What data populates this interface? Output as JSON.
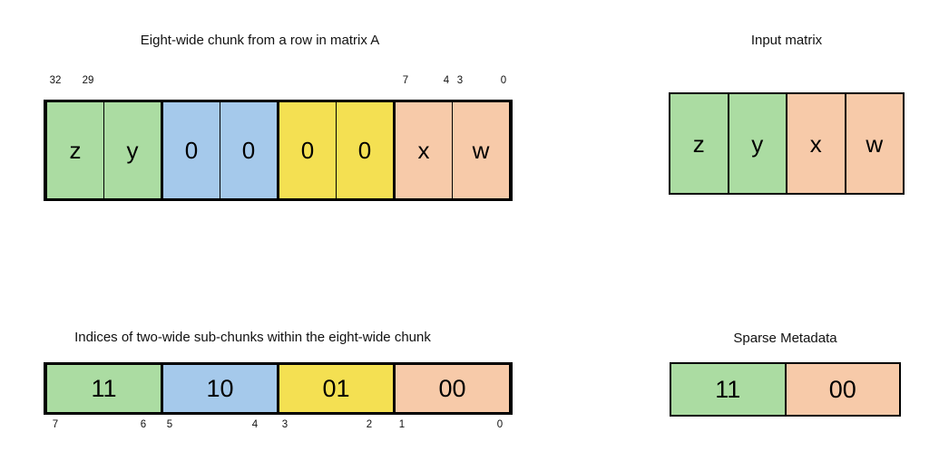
{
  "colors": {
    "green": "#ABDCA2",
    "blue": "#A5C9EB",
    "yellow": "#F4E052",
    "salmon": "#F7CAA9"
  },
  "eight_wide_chunk": {
    "title": "Eight-wide chunk from a row in matrix A",
    "bit_labels": [
      "32",
      "29",
      "7",
      "4",
      "3",
      "0"
    ],
    "cells": [
      "z",
      "y",
      "0",
      "0",
      "0",
      "0",
      "x",
      "w"
    ]
  },
  "input_matrix": {
    "title": "Input matrix",
    "cells": [
      "z",
      "y",
      "x",
      "w"
    ]
  },
  "sub_chunk_indices": {
    "title": "Indices of two-wide sub-chunks within the eight-wide chunk",
    "cells": [
      "11",
      "10",
      "01",
      "00"
    ],
    "bit_labels": [
      "7",
      "6",
      "5",
      "4",
      "3",
      "2",
      "1",
      "0"
    ]
  },
  "sparse_metadata": {
    "title": "Sparse Metadata",
    "cells": [
      "11",
      "00"
    ]
  }
}
